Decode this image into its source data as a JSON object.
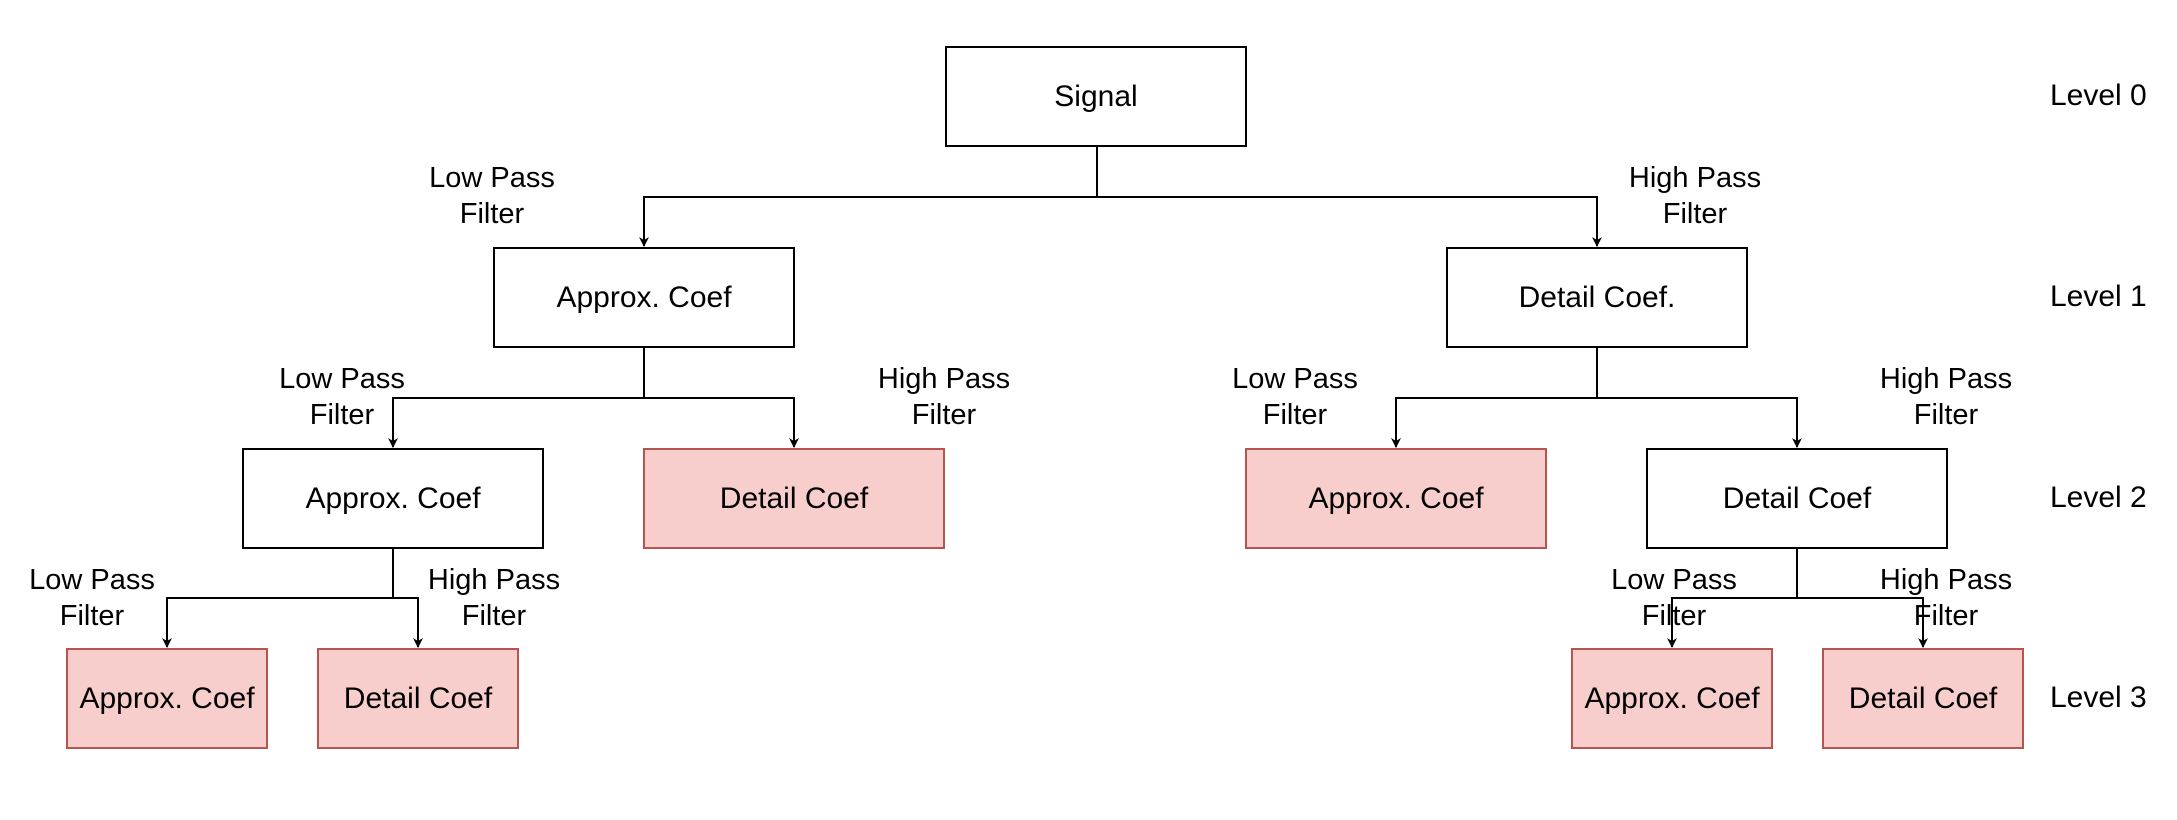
{
  "nodes": {
    "signal": "Signal",
    "l1_approx": "Approx. Coef",
    "l1_detail": "Detail Coef.",
    "l2_approx_a": "Approx. Coef",
    "l2_detail_a": "Detail Coef",
    "l2_approx_b": "Approx. Coef",
    "l2_detail_b": "Detail Coef",
    "l3_approx_a": "Approx. Coef",
    "l3_detail_a": "Detail Coef",
    "l3_approx_b": "Approx. Coef",
    "l3_detail_b": "Detail Coef"
  },
  "edge_labels": {
    "low_line1": "Low Pass",
    "high_line1": "High Pass",
    "line2": "Filter"
  },
  "levels": [
    "Level 0",
    "Level 1",
    "Level 2",
    "Level 3"
  ],
  "colors": {
    "leaf_fill": "#f8cecc",
    "leaf_stroke": "#b85450",
    "line": "#000000"
  }
}
